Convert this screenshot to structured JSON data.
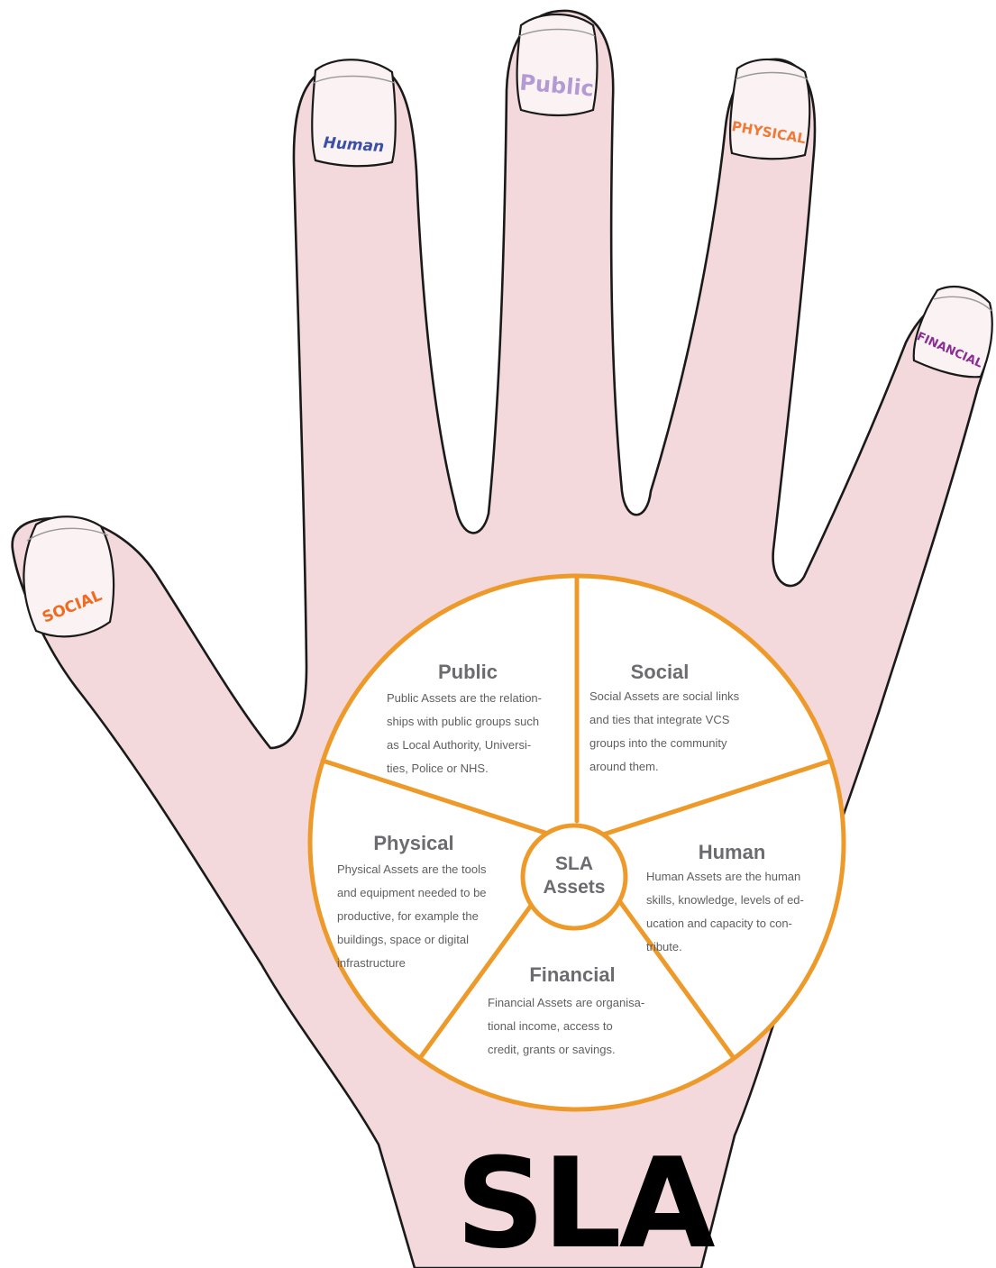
{
  "nails": {
    "human": {
      "label": "Human",
      "color": "#3b4fa8"
    },
    "public": {
      "label": "Public",
      "color": "#b49ad2"
    },
    "physical": {
      "label": "PHYSICAL",
      "color": "#f07a35"
    },
    "financial": {
      "label": "FINANCIAL",
      "color": "#8a2e93"
    },
    "social": {
      "label": "SOCIAL",
      "color": "#f26a1f"
    }
  },
  "wheel": {
    "accent_color": "#ee9a2a",
    "hub": {
      "line1": "SLA",
      "line2": "Assets"
    },
    "segments": {
      "public": {
        "title": "Public",
        "lines": [
          "Public Assets are the relation-",
          "ships with public groups such",
          "as Local Authority, Universi-",
          "ties, Police or NHS."
        ]
      },
      "social": {
        "title": "Social",
        "lines": [
          "Social Assets are social links",
          "and ties that integrate VCS",
          "groups into the community",
          "around them."
        ]
      },
      "human": {
        "title": "Human",
        "lines": [
          "Human Assets are the human",
          "skills, knowledge, levels of ed-",
          "ucation and capacity to con-",
          "tribute."
        ]
      },
      "financial": {
        "title": "Financial",
        "lines": [
          "Financial Assets are organisa-",
          "tional income, access to",
          "credit, grants or savings."
        ]
      },
      "physical": {
        "title": "Physical",
        "lines": [
          "Physical Assets are the tools",
          "and equipment needed to be",
          "productive, for example the",
          "buildings, space or digital",
          "infrastructure"
        ]
      }
    }
  },
  "title": "SLA"
}
